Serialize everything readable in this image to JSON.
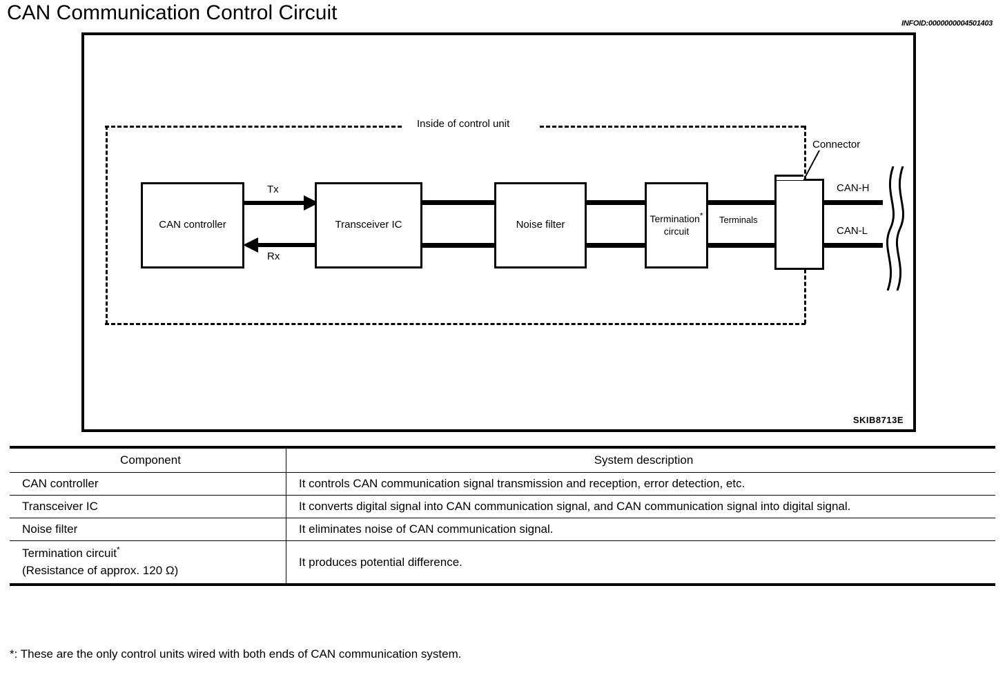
{
  "page": {
    "title": "CAN Communication Control Circuit",
    "infoid": "INFOID:0000000004501403"
  },
  "figure": {
    "code": "SKIB8713E",
    "boundary_label": "Inside of control unit",
    "blocks": [
      {
        "id": "can-controller",
        "label": "CAN controller"
      },
      {
        "id": "transceiver-ic",
        "label": "Transceiver IC"
      },
      {
        "id": "noise-filter",
        "label": "Noise filter"
      },
      {
        "id": "termination-circuit",
        "label_line1": "Termination",
        "label_line2": "circuit",
        "footnote_marker": "*"
      },
      {
        "id": "connector",
        "label": ""
      }
    ],
    "signals": {
      "tx": "Tx",
      "rx": "Rx"
    },
    "labels": {
      "terminals": "Terminals",
      "connector": "Connector",
      "can_h": "CAN-H",
      "can_l": "CAN-L"
    }
  },
  "table": {
    "headers": {
      "component": "Component",
      "description": "System description"
    },
    "rows": [
      {
        "component": "CAN controller",
        "component_note": "",
        "description": "It controls CAN communication signal transmission and reception, error detection, etc."
      },
      {
        "component": "Transceiver IC",
        "component_note": "",
        "description": "It converts digital signal into CAN communication signal, and CAN communication signal into digital signal."
      },
      {
        "component": "Noise filter",
        "component_note": "",
        "description": "It eliminates noise of CAN communication signal."
      },
      {
        "component": "Termination circuit",
        "component_note": "(Resistance of approx. 120 Ω)",
        "component_marker": "*",
        "description": "It produces potential difference."
      }
    ]
  },
  "footnote": "*: These are the only control units wired with both ends of CAN communication system."
}
